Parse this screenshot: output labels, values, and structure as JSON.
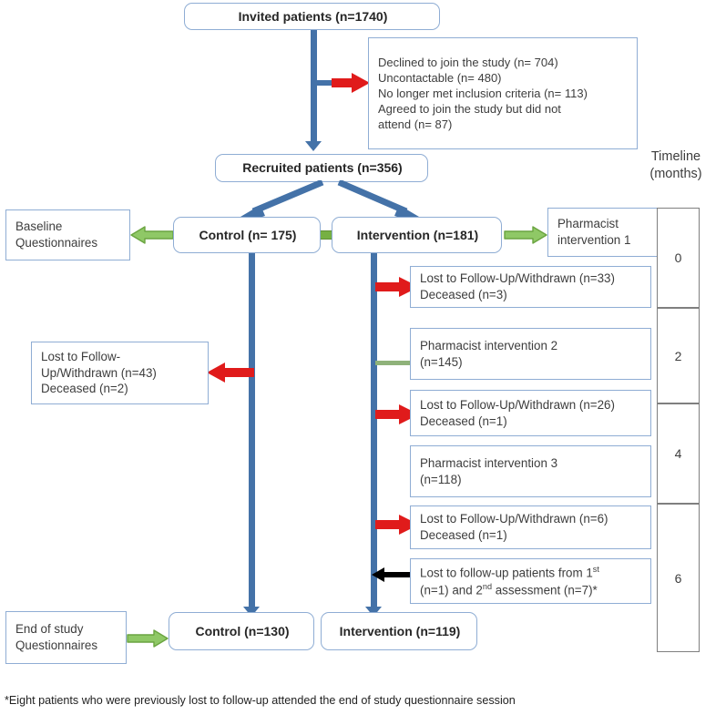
{
  "diagram": {
    "title": "CONSORT-style participant flow diagram",
    "colors": {
      "box_border": "#8fadd4",
      "connector_blue": "#4472a8",
      "arrow_red": "#e01b1b",
      "arrow_green": "#76b043",
      "arrow_black": "#000000",
      "timeline_border": "#7f7f7f",
      "text": "#3d3d3d"
    },
    "nodes": {
      "invited": "Invited patients (n=1740)",
      "excluded": "Declined to join the study (n= 704)\nUncontactable (n= 480)\nNo longer met inclusion criteria (n= 113)\nAgreed to join the study but did not\nattend (n= 87)",
      "recruited": "Recruited patients (n=356)",
      "baseline_questionnaires": "Baseline\nQuestionnaires",
      "control_start": "Control (n= 175)",
      "intervention_start": "Intervention (n=181)",
      "pharmacist_1": "Pharmacist\nintervention 1",
      "lost_int_1": "Lost to Follow-Up/Withdrawn (n=33)\nDeceased (n=3)",
      "pharmacist_2": "Pharmacist intervention 2\n (n=145)",
      "lost_control": "Lost to Follow-\nUp/Withdrawn (n=43)\nDeceased (n=2)",
      "lost_int_2": "Lost to Follow-Up/Withdrawn (n=26)\nDeceased (n=1)",
      "pharmacist_3": "Pharmacist intervention 3\n (n=118)",
      "lost_int_3": "Lost to Follow-Up/Withdrawn (n=6)\nDeceased (n=1)",
      "regained": {
        "line1_a": "Lost to follow-up patients from 1",
        "line1_sup": "st",
        "line2_a": "(n=1) and 2",
        "line2_sup": "nd",
        "line2_b": " assessment (n=7)*"
      },
      "end_questionnaires": "End of study\nQuestionnaires",
      "control_end": "Control (n=130)",
      "intervention_end": "Intervention (n=119)"
    },
    "timeline": {
      "title": "Timeline\n(months)",
      "marks": [
        "0",
        "2",
        "4",
        "6"
      ]
    },
    "footnote": "*Eight patients who were previously lost to follow-up attended the end of study questionnaire session"
  }
}
